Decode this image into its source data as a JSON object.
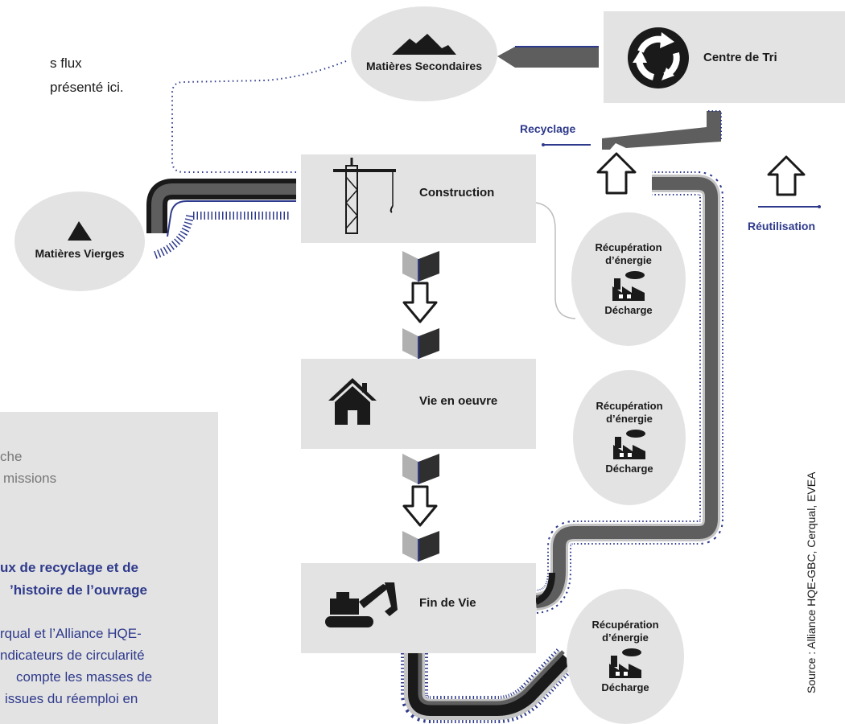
{
  "top_text": [
    "s flux",
    "présenté ici."
  ],
  "nodes": {
    "matieres_secondaires": "Matières Secondaires",
    "centre_de_tri": "Centre de Tri",
    "matieres_vierges": "Matières Vierges",
    "construction": "Construction",
    "vie_en_oeuvre": "Vie en oeuvre",
    "fin_de_vie": "Fin de Vie"
  },
  "labels": {
    "recyclage": "Recyclage",
    "reutilisation": "Réutilisation"
  },
  "recovery": {
    "energie": "Récupération d’énergie",
    "decharge": "Décharge"
  },
  "panel": {
    "gray_lines": [
      "che",
      "missions"
    ],
    "title_lines": [
      "ux de recyclage et de",
      "’histoire de l’ouvrage"
    ],
    "body_lines": [
      "rqual et l’Alliance HQE-",
      "ndicateurs de circularité",
      "compte les masses de",
      "issues du réemploi en"
    ]
  },
  "source": "Source : Alliance HQE-GBC, Cerqual, EVEA",
  "colors": {
    "shape_gray": "#e3e3e3",
    "pipe_dark": "#1a1a1a",
    "pipe_mid": "#5e5e5e",
    "accent_blue": "#2e3a8c"
  }
}
